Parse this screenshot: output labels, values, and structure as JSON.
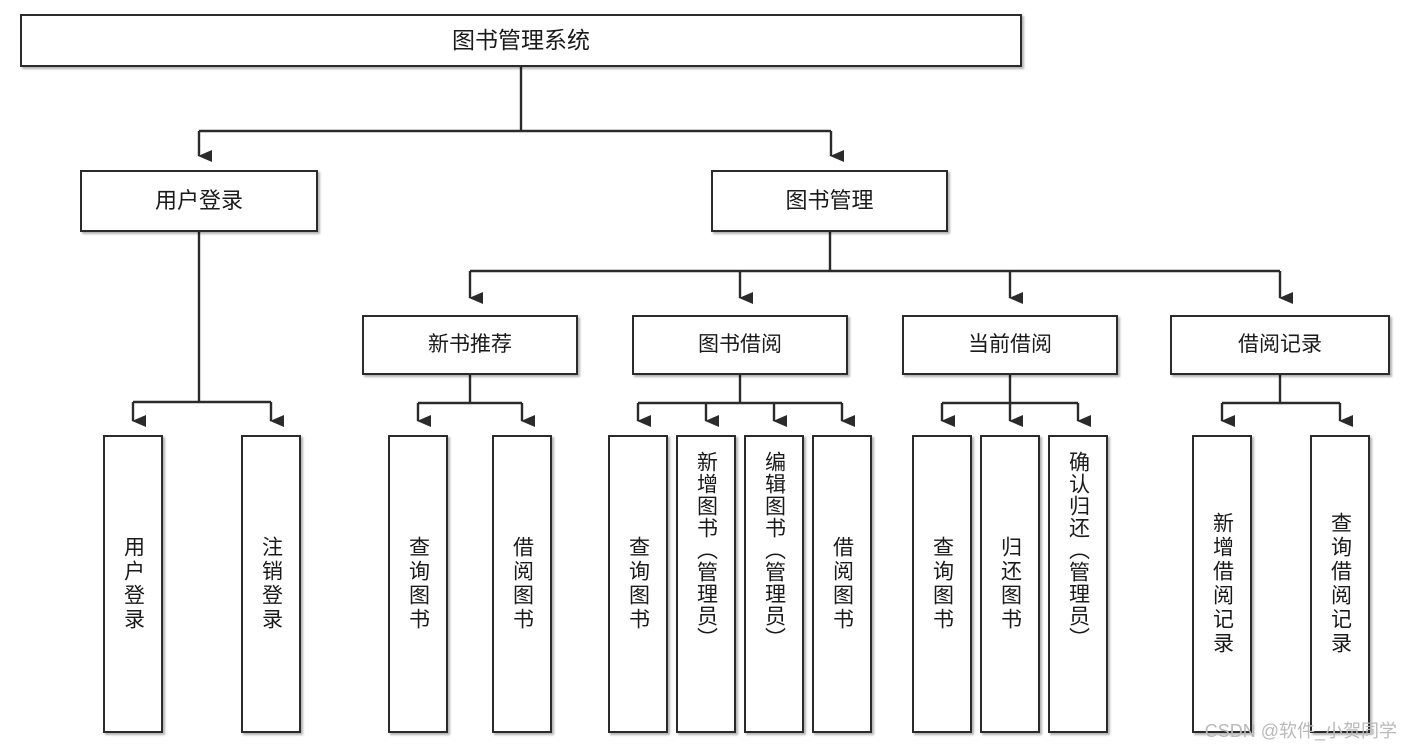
{
  "diagram": {
    "title": "图书管理系统",
    "type": "tree-hierarchy-chart",
    "watermark": "CSDN @软件_小贺同学",
    "colors": {
      "box_border": "#2b2b2b",
      "box_fill": "#ffffff",
      "connector": "#2b2b2b",
      "text": "#1a1a1a",
      "watermark": "#b9b9b9",
      "background": "#ffffff"
    }
  },
  "nodes": {
    "root": {
      "label": "图书管理系统"
    },
    "level2": [
      {
        "label": "用户登录"
      },
      {
        "label": "图书管理"
      }
    ],
    "level3": [
      {
        "label": "新书推荐"
      },
      {
        "label": "图书借阅"
      },
      {
        "label": "当前借阅"
      },
      {
        "label": "借阅记录"
      }
    ],
    "leaves": {
      "user_login": [
        {
          "label": "用户登录"
        },
        {
          "label": "注销登录"
        }
      ],
      "new_book_recommend": [
        {
          "label": "查询图书"
        },
        {
          "label": "借阅图书"
        }
      ],
      "book_borrow": [
        {
          "label": "查询图书"
        },
        {
          "label": "新增图书（管理员）"
        },
        {
          "label": "编辑图书（管理员）"
        },
        {
          "label": "借阅图书"
        }
      ],
      "current_borrow": [
        {
          "label": "查询图书"
        },
        {
          "label": "归还图书"
        },
        {
          "label": "确认归还（管理员）"
        }
      ],
      "borrow_record": [
        {
          "label": "新增借阅记录"
        },
        {
          "label": "查询借阅记录"
        }
      ]
    }
  }
}
